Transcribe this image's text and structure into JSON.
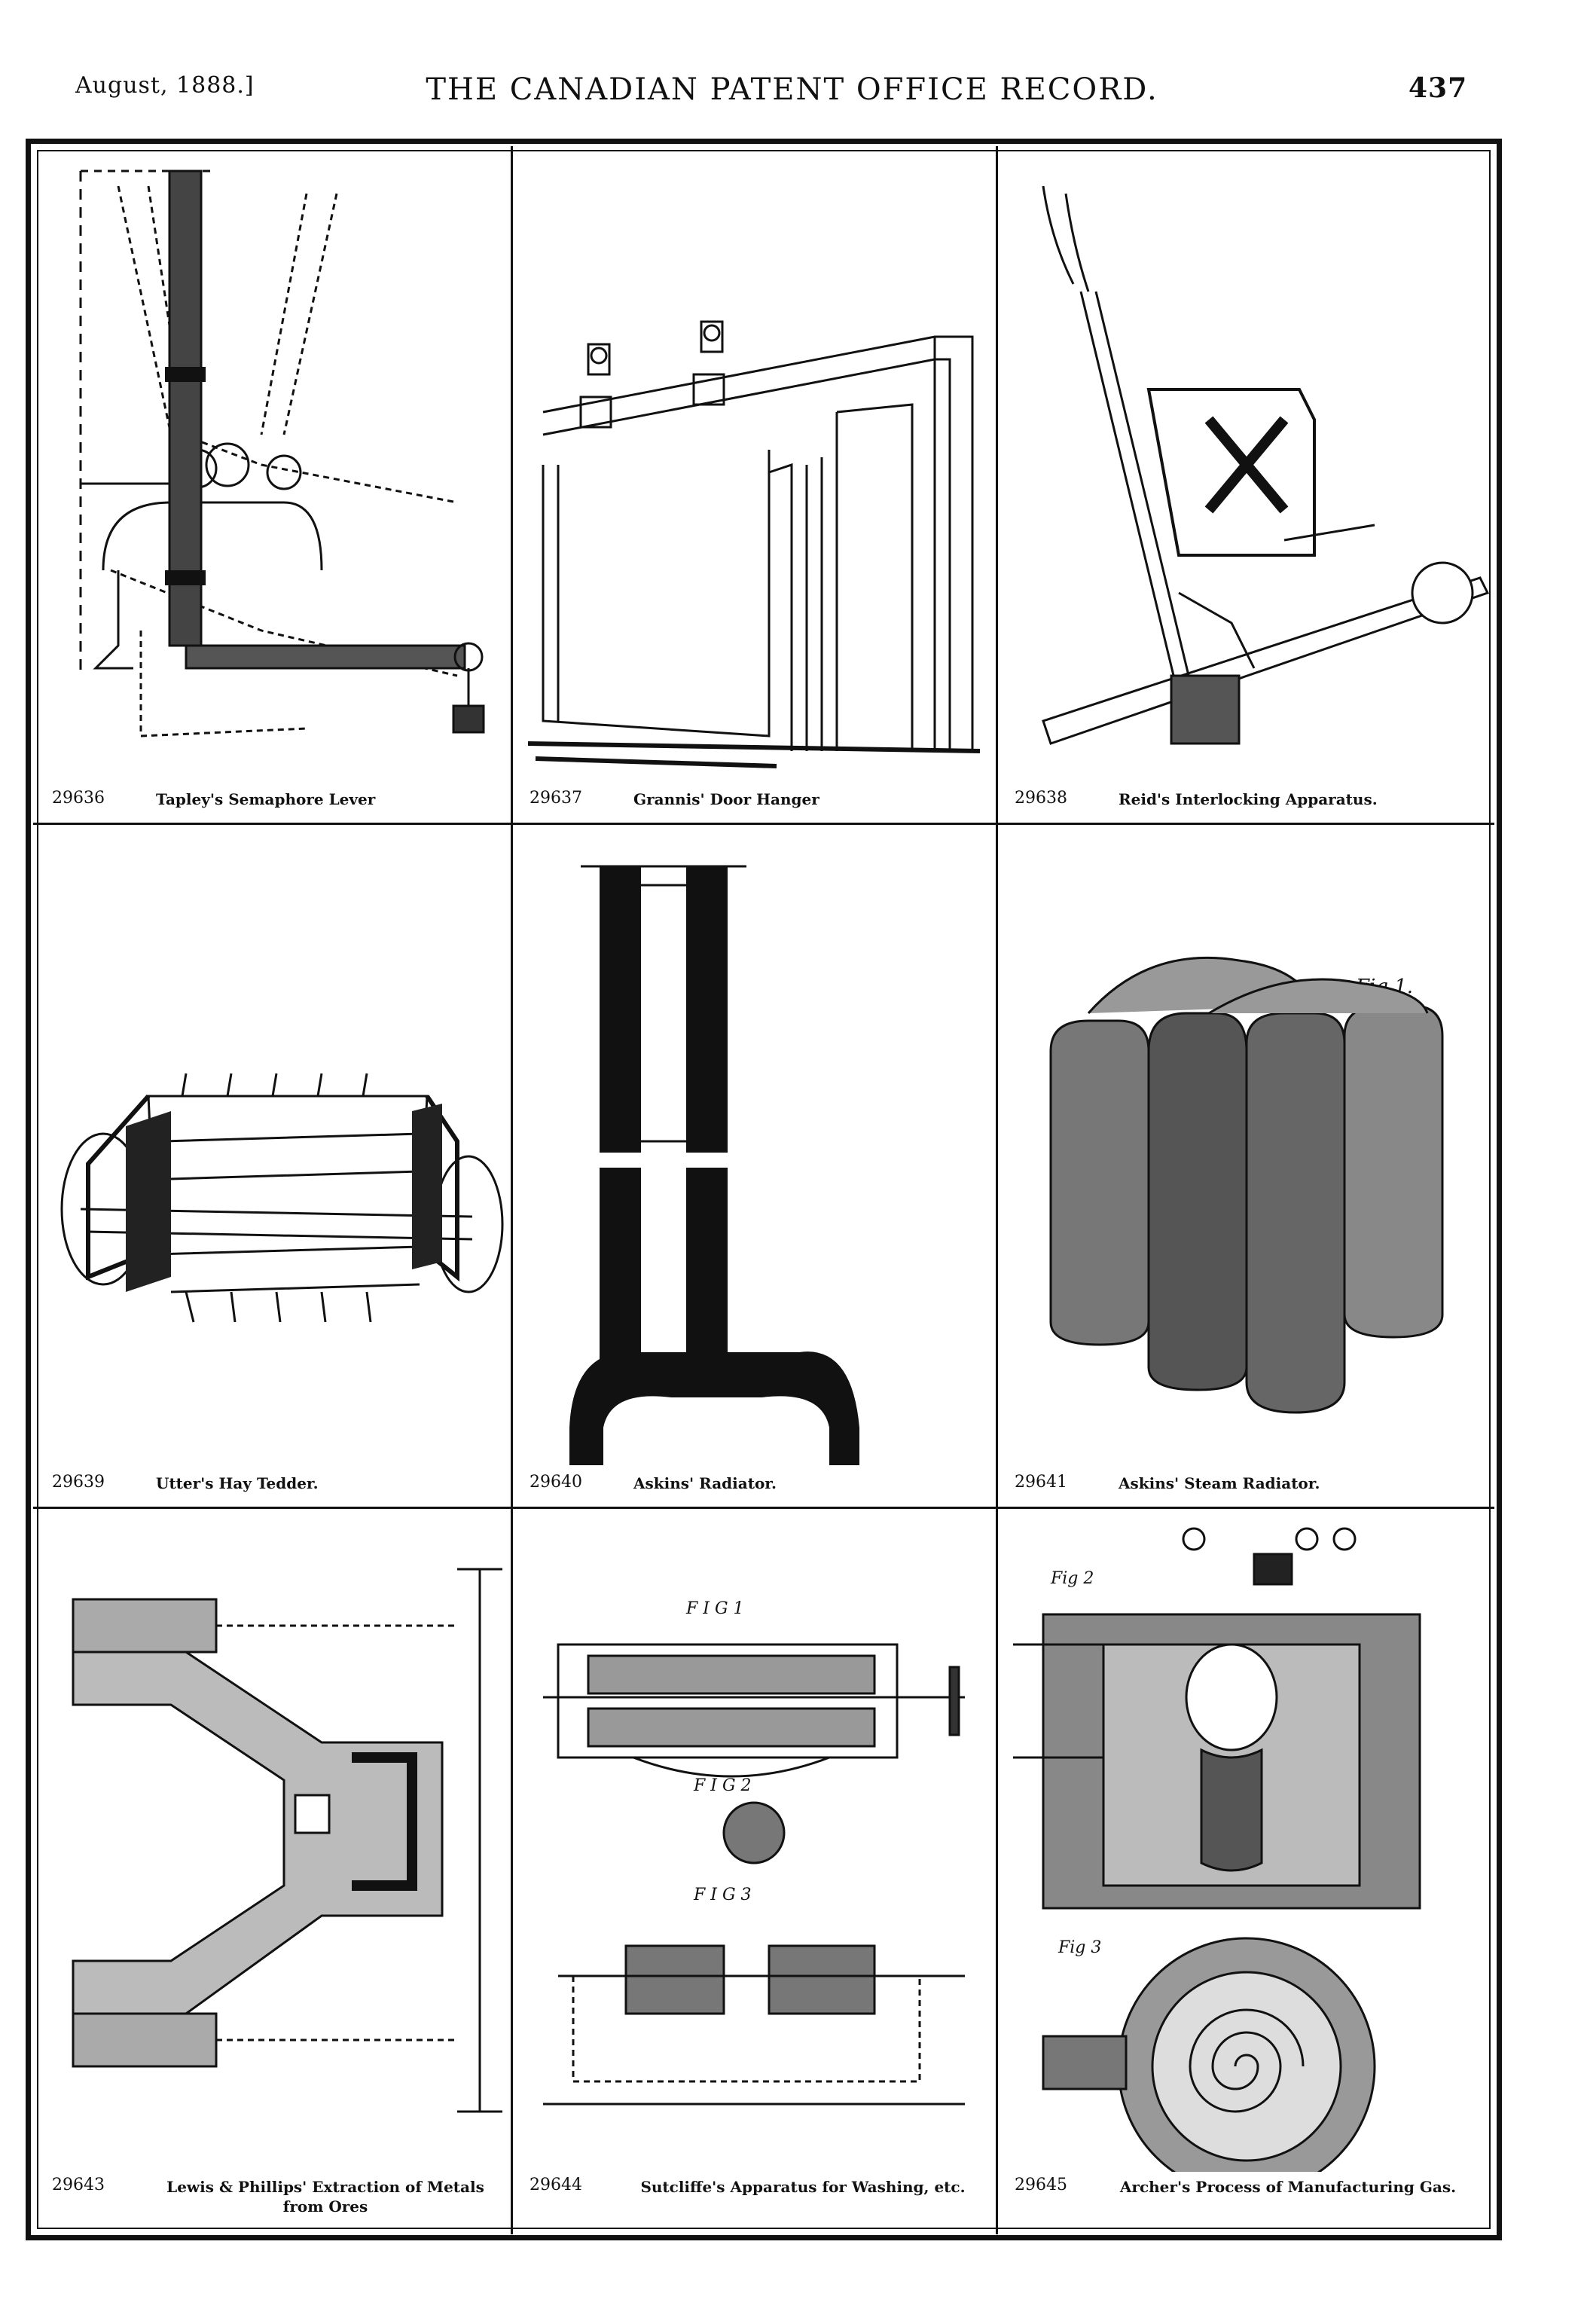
{
  "header": {
    "date": "August, 1888.]",
    "title": "THE CANADIAN PATENT OFFICE RECORD.",
    "page": "437"
  },
  "patents": [
    {
      "number": "29636",
      "title": "Tapley's Semaphore Lever"
    },
    {
      "number": "29637",
      "title": "Grannis' Door Hanger"
    },
    {
      "number": "29638",
      "title": "Reid's Interlocking Apparatus."
    },
    {
      "number": "29639",
      "title": "Utter's Hay Tedder."
    },
    {
      "number": "29640",
      "title": "Askins' Radiator."
    },
    {
      "number": "29641",
      "title": "Askins' Steam Radiator."
    },
    {
      "number": "29643",
      "title": "Lewis & Phillips' Extraction of Metals from Ores"
    },
    {
      "number": "29644",
      "title": "Sutcliffe's Apparatus for Washing, etc."
    },
    {
      "number": "29645",
      "title": "Archer's Process of Manufacturing Gas."
    }
  ],
  "figure_labels": {
    "fig1": "F I G 1",
    "fig2": "F I G 2",
    "fig3": "F I G 3",
    "archer_fig2": "Fig 2",
    "archer_fig3": "Fig 3",
    "steam_fig1": "Fig 1."
  }
}
